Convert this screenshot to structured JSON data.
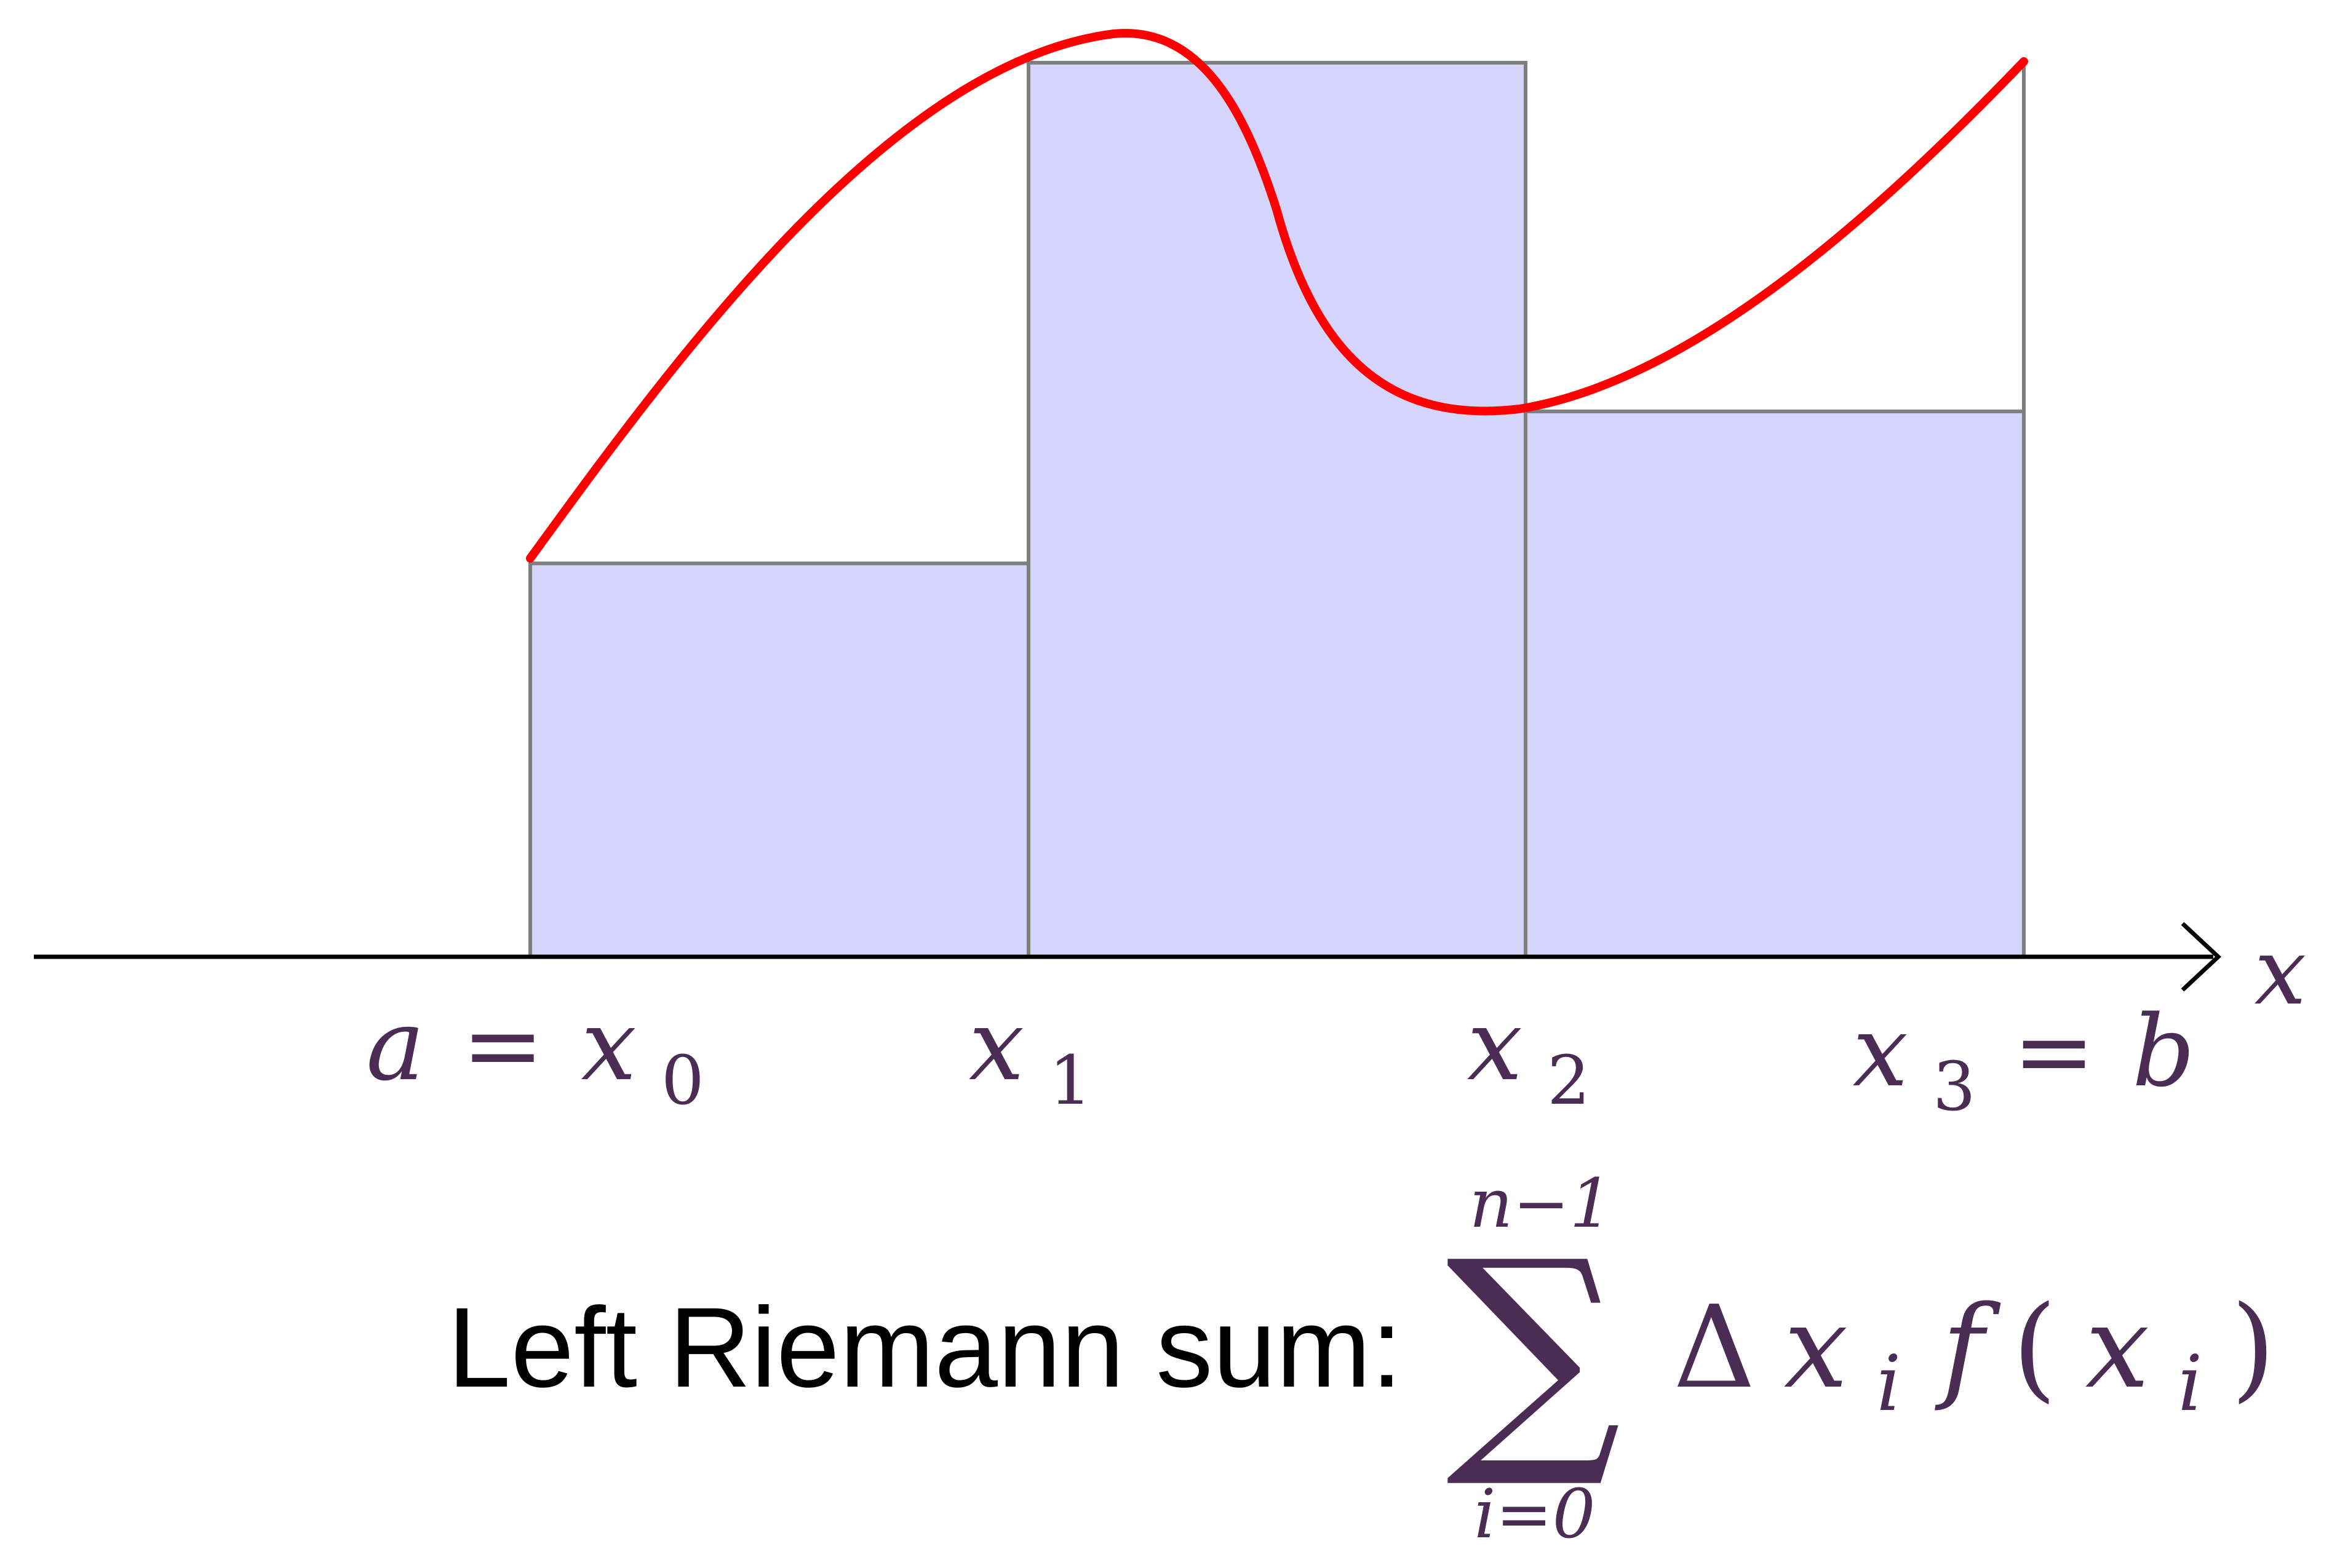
{
  "colors": {
    "rect_fill": "#d5d5fc",
    "rect_stroke": "#7f7f7f",
    "curve": "#ff0000",
    "curve_overlap": "#d55a86",
    "axis": "#000000",
    "math_text": "#4a2c55",
    "caption_text": "#000000"
  },
  "axis": {
    "variable": "x"
  },
  "ticks": [
    {
      "lhs": "a",
      "var": "x",
      "sub": "0",
      "rhs": ""
    },
    {
      "lhs": "",
      "var": "x",
      "sub": "1",
      "rhs": ""
    },
    {
      "lhs": "",
      "var": "x",
      "sub": "2",
      "rhs": ""
    },
    {
      "lhs": "",
      "var": "x",
      "sub": "3",
      "rhs": "b"
    }
  ],
  "equals": "=",
  "function_values": {
    "x0": 0.44,
    "x1": 1.0,
    "x2": 0.61,
    "x3": 1.0
  },
  "caption": {
    "label": "Left Riemann sum:",
    "sum_upper": "n−1",
    "sum_lower": "i=0",
    "sigma": "∑",
    "delta": "Δ",
    "x": "x",
    "sub": "i",
    "f": "f",
    "open_paren": "(",
    "close_paren": ")"
  }
}
